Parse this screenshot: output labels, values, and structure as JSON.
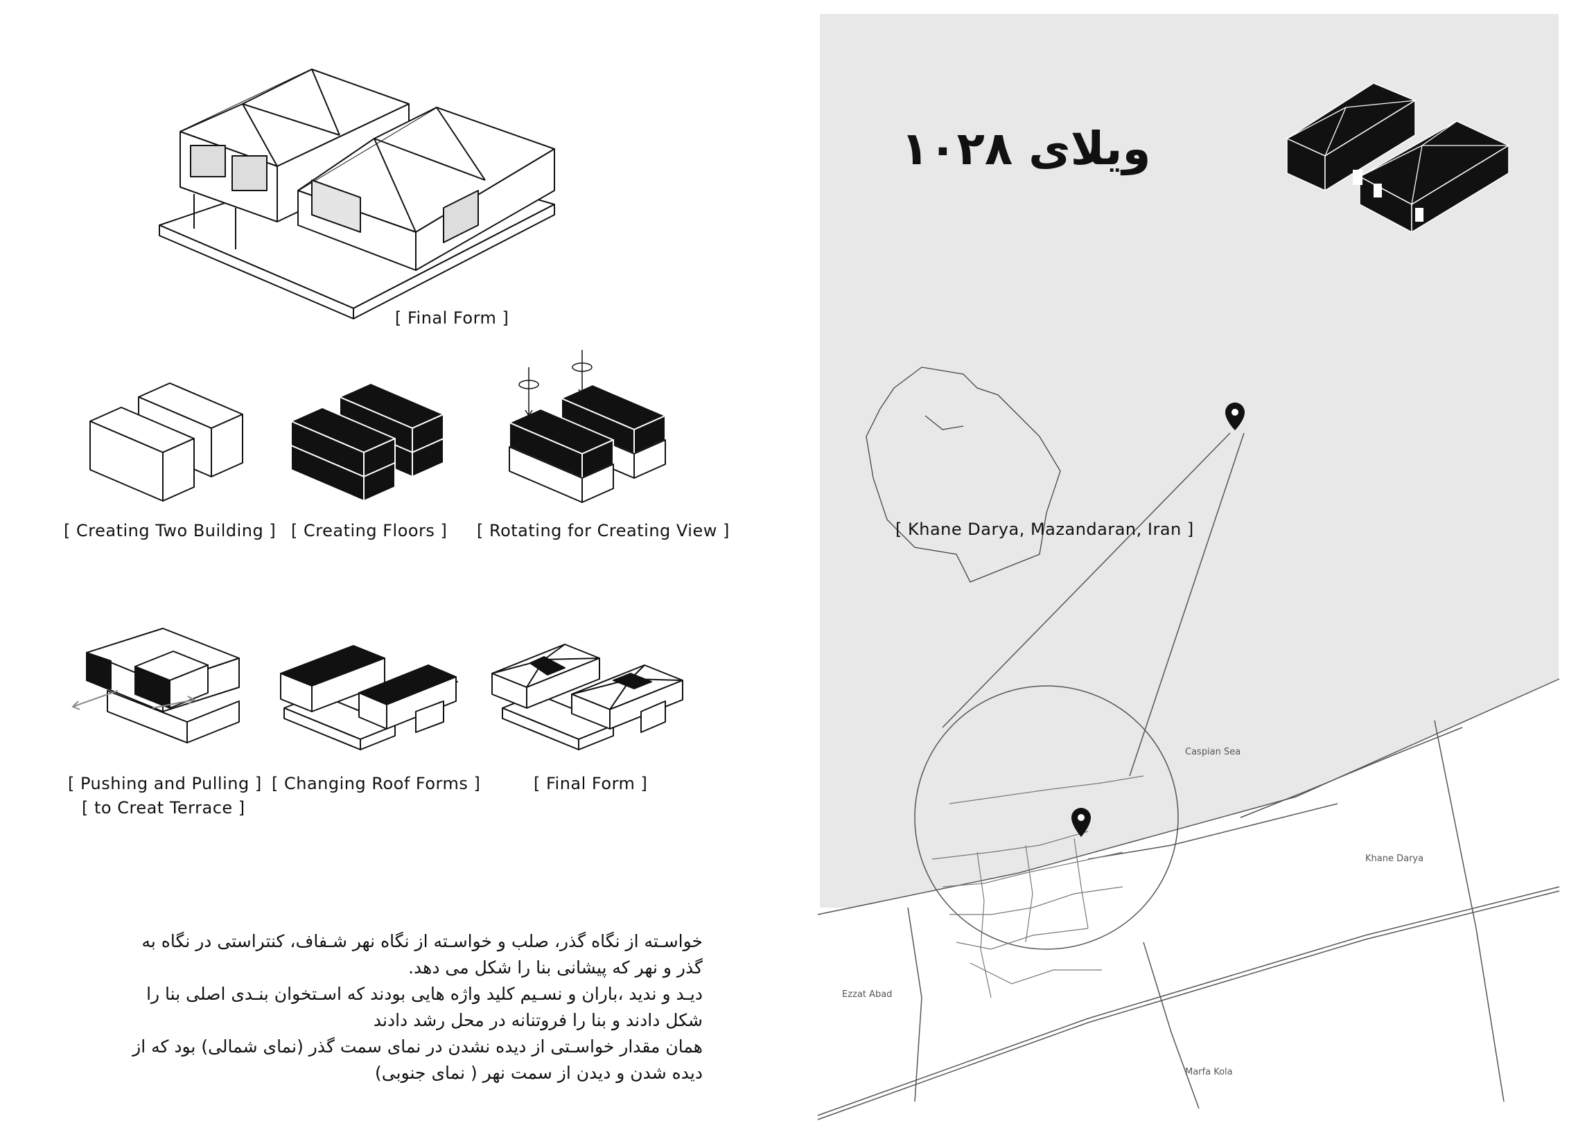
{
  "title_fa": "ویلای ۱۰۲۸",
  "final_form_top_caption": "[ Final Form ]",
  "location_caption": "[ Khane Darya, Mazandaran, Iran ]",
  "steps": [
    {
      "caption": "[  Creating Two Building  ]"
    },
    {
      "caption": "[  Creating Floors  ]"
    },
    {
      "caption": "[  Rotating for Creating  View  ]"
    },
    {
      "caption": "[  Pushing and Pulling  ]",
      "caption2": "[  to Creat Terrace  ]"
    },
    {
      "caption": "[  Changing Roof Forms  ]"
    },
    {
      "caption": "[  Final Form  ]"
    }
  ],
  "map_labels": {
    "sea": "Caspian Sea",
    "area": "Khane Darya",
    "west": "Ezzat Abad",
    "south": "Marfa Kola"
  },
  "description_fa": [
    "خواسـته از نگاه گذر، صلب و خواسـته از نگاه نهر شـفاف، کنتراستی در نگاه به",
    "گذر و نهر که پیشانی بنا را شکل می دهد.",
    "دیـد و ندید ،باران و نسـیم کلید واژه هایی بودند که اسـتخوان بنـدی اصلی بنا را",
    "شکل دادند و بنا را فروتنانه در محل رشد دادند",
    "همان مقدار خواسـتی از دیده نشدن در نمای سمت گذر (نمای شمالی) بود که از",
    "دیده شدن و دیدن از سمت نهر ( نمای جنوبی)"
  ],
  "colors": {
    "panel": "#e8e8e8",
    "ink": "#111111"
  }
}
